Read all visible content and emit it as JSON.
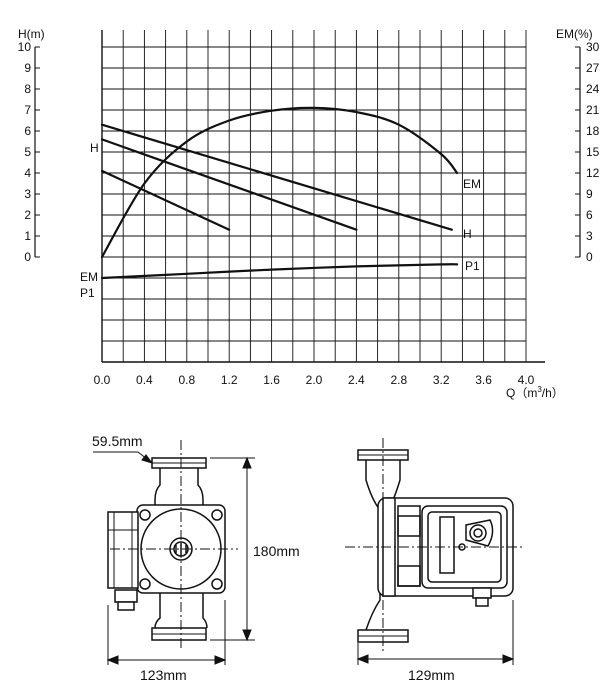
{
  "chart_data": {
    "type": "line",
    "y_left": {
      "label": "H(m)",
      "ticks": [
        "10",
        "9",
        "8",
        "7",
        "6",
        "5",
        "4",
        "3",
        "2",
        "1",
        "0"
      ],
      "range": [
        0,
        10
      ]
    },
    "y_right": {
      "label": "EM(%)",
      "ticks": [
        "30",
        "27",
        "24",
        "21",
        "18",
        "15",
        "12",
        "9",
        "6",
        "3",
        "0"
      ],
      "range": [
        0,
        30
      ]
    },
    "x_axis": {
      "label": "Q（m³/h）",
      "label_prefix": "Q（m",
      "label_sup": "3",
      "label_suffix": "/h）",
      "ticks": [
        "0.0",
        "0.4",
        "0.8",
        "1.2",
        "1.6",
        "2.0",
        "2.4",
        "2.8",
        "3.2",
        "3.6",
        "4.0"
      ],
      "range": [
        0,
        4.0
      ]
    },
    "grid": true,
    "series": [
      {
        "name": "H",
        "axis": "left",
        "x": [
          0.0,
          3.3
        ],
        "y": [
          6.3,
          1.3
        ]
      },
      {
        "name": "",
        "axis": "left",
        "x": [
          0.0,
          2.4
        ],
        "y": [
          5.6,
          1.3
        ]
      },
      {
        "name": "",
        "axis": "left",
        "x": [
          0.0,
          1.2
        ],
        "y": [
          4.1,
          1.3
        ]
      },
      {
        "name": "EM",
        "axis": "right",
        "x": [
          0.0,
          0.4,
          0.8,
          1.2,
          1.6,
          2.0,
          2.4,
          2.8,
          3.2,
          3.35
        ],
        "y": [
          0,
          10.5,
          16.5,
          19.5,
          20.9,
          21.3,
          20.7,
          18.9,
          14.7,
          12.0
        ]
      },
      {
        "name": "P1",
        "axis": "left",
        "x": [
          0.0,
          0.8,
          1.6,
          2.4,
          3.2,
          3.35
        ],
        "y": [
          -1.0,
          -0.8,
          -0.6,
          -0.45,
          -0.35,
          -0.35
        ]
      }
    ],
    "curve_labels": {
      "h_left": "H",
      "em_right": "EM",
      "h_right": "H",
      "p1_right": "P1",
      "em_left": "EM",
      "p1_left": "P1"
    }
  },
  "drawing": {
    "front_view": {
      "top_width": "59.5mm",
      "height": "180mm",
      "width": "123mm"
    },
    "side_view": {
      "width": "129mm"
    }
  }
}
